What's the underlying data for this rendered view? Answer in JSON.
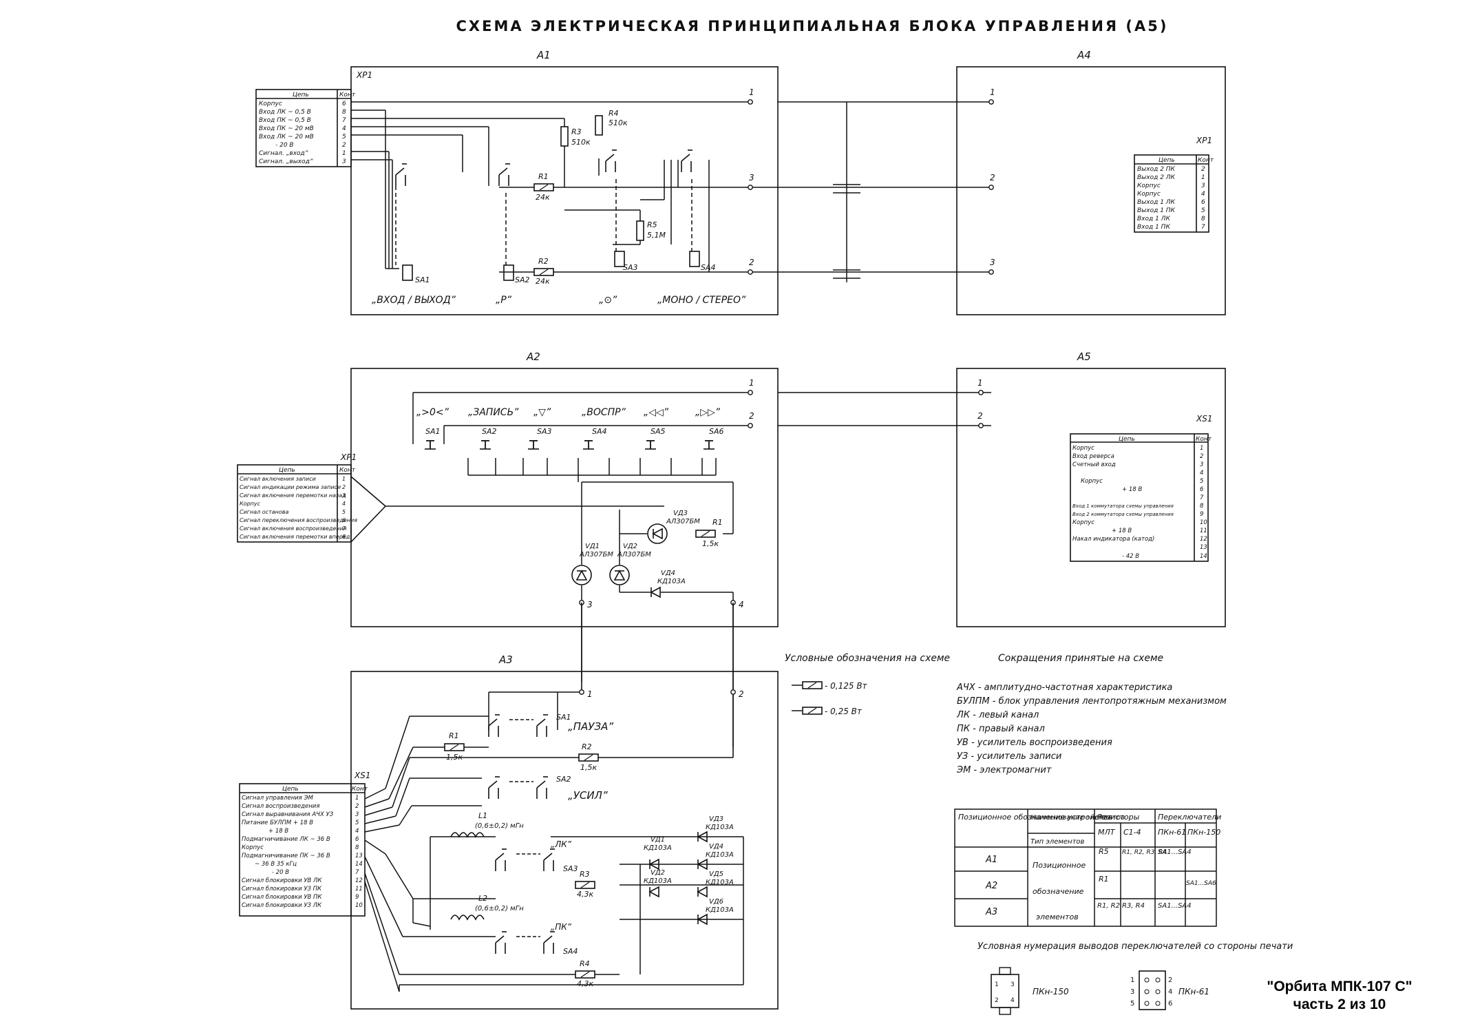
{
  "title": "СХЕМА ЭЛЕКТРИЧЕСКАЯ ПРИНЦИПИАЛЬНАЯ БЛОКА УПРАВЛЕНИЯ (А5)",
  "blocks": {
    "a1": "А1",
    "a2": "А2",
    "a3": "А3",
    "a4": "А4",
    "a5": "А5"
  },
  "a1": {
    "connector": "XP1",
    "table_head": [
      "Цепь",
      "Конт"
    ],
    "rows": [
      [
        "Корпус",
        "6"
      ],
      [
        "Вход ЛК ~ 0,5 В",
        "8"
      ],
      [
        "Вход ПК ~ 0,5 В",
        "7"
      ],
      [
        "Вход ПК ~ 20 мВ",
        "4"
      ],
      [
        "Вход ЛК ~ 20 мВ",
        "5"
      ],
      [
        "- 20 В",
        "2"
      ],
      [
        "Сигнал. „вход”",
        "1"
      ],
      [
        "Сигнал. „выход”",
        "3"
      ]
    ],
    "resistors": {
      "r1": "R1",
      "r1v": "24к",
      "r2": "R2",
      "r2v": "24к",
      "r3": "R3",
      "r3v": "510к",
      "r4": "R4",
      "r4v": "510к",
      "r5": "R5",
      "r5v": "5,1М"
    },
    "switches": [
      "SA1",
      "SA2",
      "SA3",
      "SA4"
    ],
    "labels": [
      "„ВХОД / ВЫХОД”",
      "„Р”",
      "„⊙”",
      "„МОНО / СТЕРЕО”"
    ],
    "outputs": [
      "1",
      "3",
      "2"
    ]
  },
  "a4": {
    "connector": "XP1",
    "table_head": [
      "Цепь",
      "Конт"
    ],
    "rows": [
      [
        "Выход 2 ПК",
        "2"
      ],
      [
        "Выход 2 ЛК",
        "1"
      ],
      [
        "Корпус",
        "3"
      ],
      [
        "Корпус",
        "4"
      ],
      [
        "Выход 1 ЛК",
        "6"
      ],
      [
        "Выход 1 ПК",
        "5"
      ],
      [
        "Вход 1 ЛК",
        "8"
      ],
      [
        "Вход 1 ПК",
        "7"
      ]
    ],
    "inputs": [
      "1",
      "2",
      "3"
    ]
  },
  "a2": {
    "connector": "XP1",
    "table_head": [
      "Цепь",
      "Конт"
    ],
    "rows": [
      [
        "Сигнал включения записи",
        "1"
      ],
      [
        "Сигнал индикации режима записи",
        "2"
      ],
      [
        "Сигнал включения перемотки назад",
        "3"
      ],
      [
        "Корпус",
        "4"
      ],
      [
        "Сигнал останова",
        "5"
      ],
      [
        "Сигнал переключения воспроизведения",
        "6"
      ],
      [
        "Сигнал включения воспроизведения",
        "7"
      ],
      [
        "Сигнал включения перемотки вперед",
        "8"
      ]
    ],
    "button_labels": [
      "„>0<”",
      "„ЗАПИСЬ”",
      "„▽”",
      "„ВОСПР”",
      "„◁◁”",
      "„▷▷”"
    ],
    "switches": [
      "SA1",
      "SA2",
      "SA3",
      "SA4",
      "SA5",
      "SA6"
    ],
    "vd1": "VД1",
    "vd1t": "АЛ307БМ",
    "vd2": "VД2",
    "vd2t": "АЛ307БМ",
    "vd3": "VД3",
    "vd3t": "АЛ307БМ",
    "vd4": "VД4",
    "vd4t": "КД103А",
    "r1": "R1",
    "r1v": "1,5к",
    "outputs": [
      "1",
      "2",
      "3",
      "4"
    ]
  },
  "a5": {
    "connector": "XS1",
    "table_head": [
      "Цепь",
      "Конт"
    ],
    "rows": [
      [
        "Корпус",
        "1"
      ],
      [
        "Вход реверса",
        "2"
      ],
      [
        "Счетный вход",
        "3"
      ],
      [
        "",
        "4"
      ],
      [
        "Корпус",
        "5"
      ],
      [
        "+ 18 В",
        "6"
      ],
      [
        "",
        "7"
      ],
      [
        "Вход 1 коммутатора схемы управления",
        "8"
      ],
      [
        "Вход 2 коммутатора схемы управления",
        "9"
      ],
      [
        "Корпус",
        "10"
      ],
      [
        "+ 18 В",
        "11"
      ],
      [
        "Накал индикатора (катод)",
        "12"
      ],
      [
        "",
        "13"
      ],
      [
        "- 42 В",
        "14"
      ]
    ],
    "inputs": [
      "1",
      "2"
    ]
  },
  "a3": {
    "connector": "XS1",
    "table_head": [
      "Цепь",
      "Конт"
    ],
    "rows": [
      [
        "Сигнал управления ЭМ",
        "1"
      ],
      [
        "Сигнал воспроизведения",
        "2"
      ],
      [
        "Сигнал выравнивания АЧХ УЗ",
        "3"
      ],
      [
        "Питание БУЛПМ + 18 В",
        "5"
      ],
      [
        "+ 18 В",
        "4"
      ],
      [
        "Подмагничивание ЛК ~ 36 В",
        "6"
      ],
      [
        "Корпус",
        "8"
      ],
      [
        "Подмагничивание ПК ~ 36 В",
        "13"
      ],
      [
        "~ 36 В 35 кГц",
        "14"
      ],
      [
        "- 20 В",
        "7"
      ],
      [
        "Сигнал блокировки УВ ЛК",
        "12"
      ],
      [
        "Сигнал блокировки УЗ ПК",
        "11"
      ],
      [
        "Сигнал блокировки УВ ПК",
        "9"
      ],
      [
        "Сигнал блокировки УЗ ЛК",
        "10"
      ]
    ],
    "sa1": "SA1",
    "sa2": "SA2",
    "sa3": "SA3",
    "sa4": "SA4",
    "lbl_pause": "„ПАУЗА”",
    "lbl_usil": "„УСИЛ”",
    "lbl_lk": "„ЛК”",
    "lbl_pk": "„ПК”",
    "r1": "R1",
    "r1v": "1,5к",
    "r2": "R2",
    "r2v": "1,5к",
    "r3": "R3",
    "r3v": "4,3к",
    "r4": "R4",
    "r4v": "4,3к",
    "l1": "L1",
    "l1v": "(0,6±0,2) мГн",
    "l2": "L2",
    "l2v": "(0,6±0,2) мГн",
    "vd": [
      [
        "VД1",
        "КД103А"
      ],
      [
        "VД2",
        "КД103А"
      ],
      [
        "VД3",
        "КД103А"
      ],
      [
        "VД4",
        "КД103А"
      ],
      [
        "VД5",
        "КД103А"
      ],
      [
        "VД6",
        "КД103А"
      ]
    ],
    "inputs": [
      "1",
      "2"
    ]
  },
  "legend": {
    "title": "Условные обозначения на схеме",
    "items": [
      "- 0,125 Вт",
      "- 0,25 Вт"
    ]
  },
  "abbr": {
    "title": "Сокращения принятые на схеме",
    "items": [
      "АЧХ - амплитудно-частотная характеристика",
      "БУЛПМ - блок управления лентопротяжным механизмом",
      "ЛК - левый канал",
      "ПК - правый канал",
      "УВ - усилитель воспроизведения",
      "УЗ - усилитель записи",
      "ЭМ - электромагнит"
    ]
  },
  "ptable": {
    "h1": "Позиционное обозначение устройства",
    "h2": "Наименование элементов",
    "h2b": "Тип элементов",
    "h3": "Резисторы",
    "h4": "Переключатели",
    "sub": [
      "МЛТ",
      "С1-4",
      "ПКн-61",
      "ПКн-150"
    ],
    "rows": [
      {
        "dev": "А1",
        "mlt": "R5",
        "c14": "R1, R2, R3, R4",
        "p61": "SA1...SA4",
        "p150": ""
      },
      {
        "dev": "А2",
        "mlt": "R1",
        "c14": "",
        "p61": "",
        "p150": "SA1...SA6"
      },
      {
        "dev": "А3",
        "mlt": "R1, R2",
        "c14": "R3, R4",
        "p61": "SA1...SA4",
        "p150": ""
      }
    ],
    "name_col": [
      "Позиционное",
      "обозначение",
      "элементов"
    ]
  },
  "numbering": {
    "title": "Условная нумерация выводов переключателей со стороны печати",
    "pkn150": "ПКн-150",
    "pkn61": "ПКн-61",
    "pins150": [
      "1",
      "3",
      "2",
      "4"
    ],
    "pins61": [
      "1",
      "2",
      "3",
      "4",
      "5",
      "6"
    ]
  },
  "stamp": {
    "line1": "\"Орбита МПК-107 С\"",
    "line2": "часть 2 из 10"
  }
}
